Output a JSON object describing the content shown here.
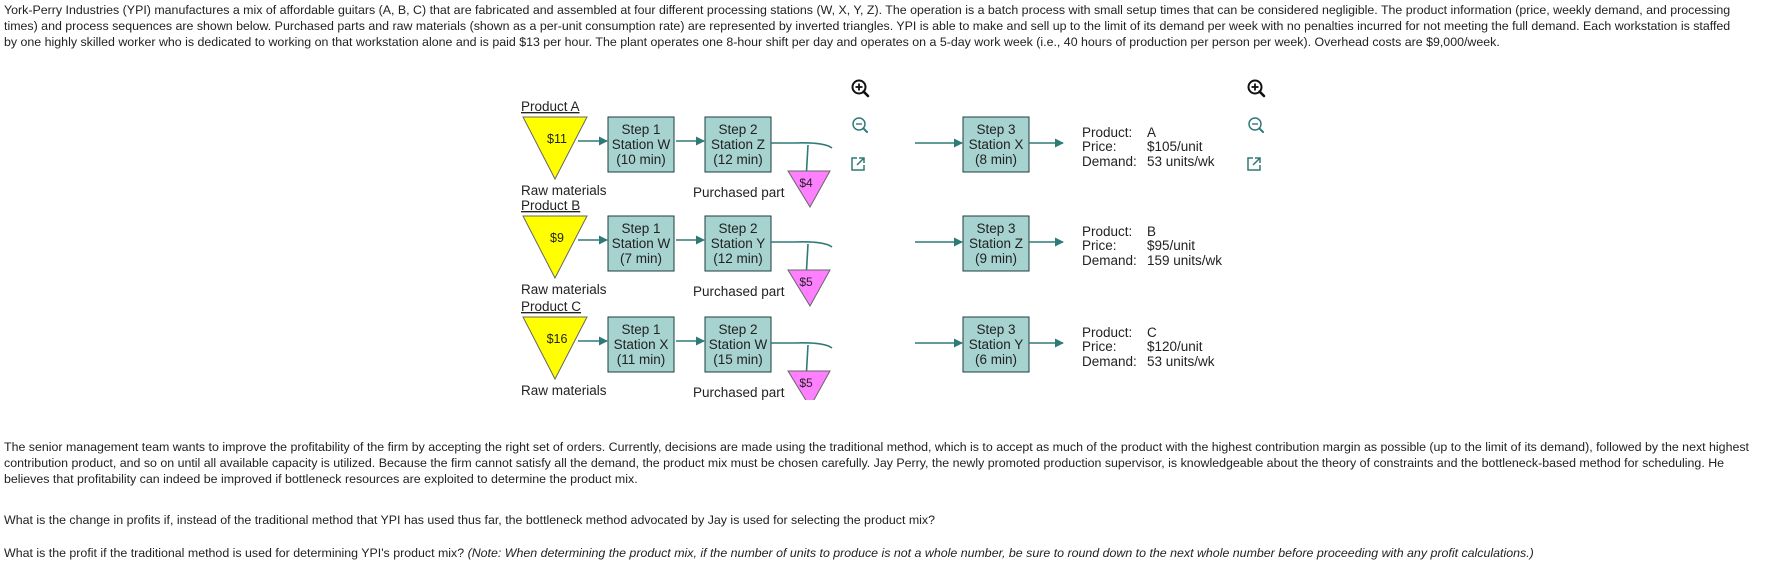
{
  "intro_text": "York-Perry Industries (YPI) manufactures a mix of affordable guitars (A, B, C) that are fabricated and assembled at four different processing stations (W, X, Y, Z). The operation is a batch process with small setup times that can be considered negligible. The product information (price, weekly demand, and processing times) and process sequences are shown below. Purchased parts and raw materials (shown as a per-unit consumption rate) are represented by inverted triangles. YPI is able to make and sell up to the limit of its demand per week with no penalties incurred for not meeting the full demand. Each workstation is staffed by one highly skilled worker who is dedicated to working on that workstation alone and is paid $13 per hour. The plant operates one 8-hour shift per day and operates on a 5-day work week (i.e., 40 hours of production per person per week). Overhead costs are $9,000/week.",
  "products": [
    {
      "title": "Product A",
      "raw_cost": "$11",
      "raw_label": "Raw materials",
      "step1": [
        "Step 1",
        "Station W",
        "(10 min)"
      ],
      "step2": [
        "Step 2",
        "Station Z",
        "(12 min)"
      ],
      "purchased_cost": "$4",
      "purchased_label": "Purchased part",
      "step3": [
        "Step 3",
        "Station X",
        "(8 min)"
      ],
      "info": {
        "product_label": "Product:",
        "product": "A",
        "price_label": "Price:",
        "price": "$105/unit",
        "demand_label": "Demand:",
        "demand": "53 units/wk"
      }
    },
    {
      "title": "Product B",
      "raw_cost": "$9",
      "raw_label": "Raw materials",
      "step1": [
        "Step 1",
        "Station W",
        "(7 min)"
      ],
      "step2": [
        "Step 2",
        "Station Y",
        "(12 min)"
      ],
      "purchased_cost": "$5",
      "purchased_label": "Purchased part",
      "step3": [
        "Step 3",
        "Station Z",
        "(9 min)"
      ],
      "info": {
        "product_label": "Product:",
        "product": "B",
        "price_label": "Price:",
        "price": "$95/unit",
        "demand_label": "Demand:",
        "demand": "159 units/wk"
      }
    },
    {
      "title": "Product C",
      "raw_cost": "$16",
      "raw_label": "Raw materials",
      "step1": [
        "Step 1",
        "Station X",
        "(11 min)"
      ],
      "step2": [
        "Step 2",
        "Station W",
        "(15 min)"
      ],
      "purchased_cost": "$5",
      "purchased_label": "Purchased part",
      "step3": [
        "Step 3",
        "Station Y",
        "(6 min)"
      ],
      "info": {
        "product_label": "Product:",
        "product": "C",
        "price_label": "Price:",
        "price": "$120/unit",
        "demand_label": "Demand:",
        "demand": "53 units/wk"
      }
    }
  ],
  "tool_icons": [
    "zoom-in-icon",
    "zoom-out-icon",
    "open-external-icon"
  ],
  "paragraph_1": "The senior management team wants to improve the profitability of the firm by accepting the right set of orders. Currently, decisions are made using the traditional method, which is to accept as much of the product with the highest contribution margin as possible (up to the limit of its demand), followed by the next highest contribution product, and so on until all available capacity is utilized. Because the firm cannot satisfy all the demand, the product mix must be chosen carefully. Jay Perry, the newly promoted production supervisor, is knowledgeable about the theory of constraints and the bottleneck-based method for scheduling. He believes that profitability can indeed be improved if bottleneck resources are exploited to determine the product mix.",
  "question_1": "What is the change in profits if, instead of the traditional method that YPI has used thus far, the bottleneck method advocated by Jay is used for selecting the product mix?",
  "question_2": "What is the profit if the traditional method is used for determining YPI's product mix?",
  "question_2_note": "(Note: When determining the product mix, if the number of units to produce is not a whole number, be sure to round down to the next whole number before proceeding with any profit calculations.)",
  "colors": {
    "box_fill": "#a6d2d0",
    "raw_triangle": "#ffff00",
    "purchased_triangle": "#ff80ff",
    "arrow": "#2e7a77",
    "icon": "#2e7a77"
  }
}
